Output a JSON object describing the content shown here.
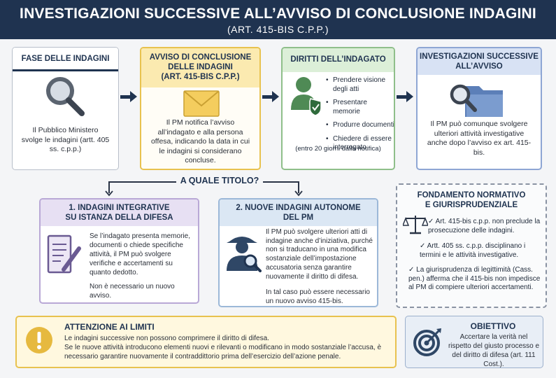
{
  "header": {
    "title": "INVESTIGAZIONI SUCCESSIVE ALL’AVVISO DI CONCLUSIONE INDAGINI",
    "subtitle": "(ART. 415-BIS C.P.P.)"
  },
  "steps": [
    {
      "title": "FASE DELLE INDAGINI",
      "icon": "magnifier-icon",
      "text": "Il Pubblico Ministero svolge le indagini (artt. 405 ss. c.p.p.)"
    },
    {
      "title_line1": "AVVISO DI CONCLUSIONE",
      "title_line2": "DELLE INDAGINI",
      "title_line3": "(ART. 415-BIS C.P.P.)",
      "icon": "envelope-icon",
      "text": "Il PM notifica l’avviso all’indagato e alla persona offesa, indicando la data in cui le indagini si considerano concluse."
    },
    {
      "title": "DIRITTI DELL’INDAGATO",
      "icon": "person-shield-icon",
      "items": [
        "Prendere visione degli atti",
        "Presentare memorie",
        "Produrre documenti",
        "Chiedere di essere interrogato"
      ],
      "note": "(entro 20 giorni dalla notifica)"
    },
    {
      "title_line1": "INVESTIGAZIONI SUCCESSIVE",
      "title_line2": "ALL’AVVISO",
      "icon": "folder-search-icon",
      "text": "Il PM può comunque svolgere ulteriori attività investigative anche dopo l’avviso ex art. 415-bis."
    }
  ],
  "question": "A QUALE TITOLO?",
  "branches": [
    {
      "title_line1": "1. INDAGINI INTEGRATIVE",
      "title_line2": "SU ISTANZA DELLA DIFESA",
      "icon": "document-pen-icon",
      "text": "Se l’indagato presenta memorie, documenti o chiede specifiche attività, il PM può svolgere verifiche e accertamenti su quanto dedotto.",
      "note": "Non è necessario un nuovo avviso."
    },
    {
      "title_line1": "2. NUOVE INDAGINI AUTONOME",
      "title_line2": "DEL PM",
      "icon": "detective-icon",
      "text": "Il PM può svolgere ulteriori atti di indagine anche d’iniziativa, purché non si traducano in una modifica sostanziale dell’impostazione accusatoria senza garantire nuovamente il diritto di difesa.",
      "note": "In tal caso può essere necessario un nuovo avviso 415-bis."
    }
  ],
  "legal": {
    "title_line1": "FONDAMENTO NORMATIVO",
    "title_line2": "E GIURISPRUDENZIALE",
    "icon": "scales-icon",
    "items": [
      "Art. 415-bis c.p.p. non preclude la prosecuzione delle indagini.",
      "Artt. 405 ss. c.p.p. disciplinano i termini e le attività investigative.",
      "La giurisprudenza di legittimità (Cass. pen.) afferma che il 415-bis non impedisce al PM di compiere ulteriori accertamenti."
    ]
  },
  "warning": {
    "title": "ATTENZIONE AI LIMITI",
    "icon": "exclamation-icon",
    "line1": "Le indagini successive non possono comprimere il diritto di difesa.",
    "line2": "Se le nuove attività introducono elementi nuovi e rilevanti o modificano in modo sostanziale l’accusa, è necessario garantire nuovamente il contraddittorio prima dell’esercizio dell’azione penale."
  },
  "goal": {
    "title": "OBIETTIVO",
    "icon": "target-icon",
    "text": "Accertare la verità nel rispetto del giusto processo e del diritto di difesa (art. 111 Cost.)."
  },
  "colors": {
    "navy": "#1f3350",
    "yellow": "#e8c24f",
    "green": "#8fbf8a",
    "blue": "#8ea6d4",
    "purple": "#b9a8d6"
  }
}
